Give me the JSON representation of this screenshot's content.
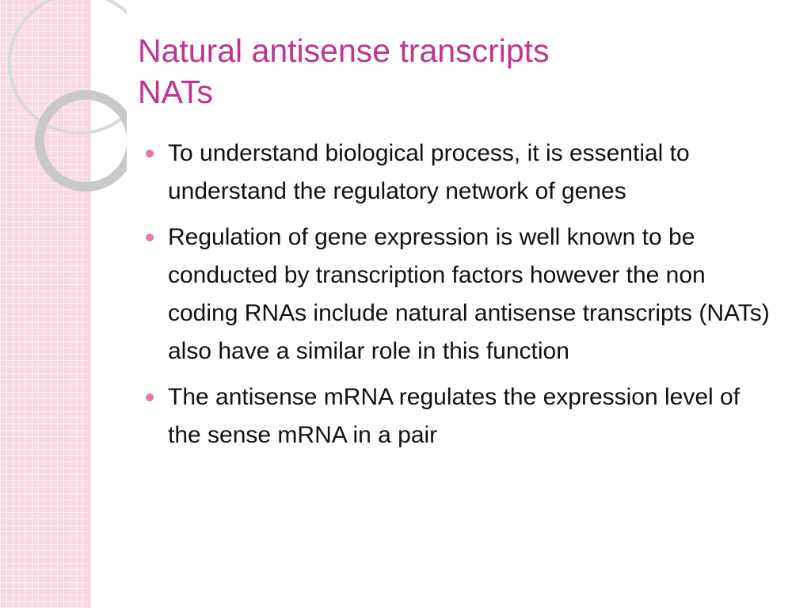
{
  "slide": {
    "title_line1": "Natural antisense transcripts",
    "title_line2": "NATs",
    "bullets": [
      "To understand biological process, it is essential to understand the regulatory network of genes",
      "Regulation of gene expression is well known to be conducted by transcription factors however the non coding RNAs include natural antisense transcripts (NATs) also have a similar role in this function",
      "The antisense mRNA regulates the expression level of the sense mRNA in a pair"
    ]
  },
  "colors": {
    "title": "#c0338f",
    "bullet": "#e277a9",
    "side_panel": "#f7d8e4",
    "text": "#111111"
  }
}
